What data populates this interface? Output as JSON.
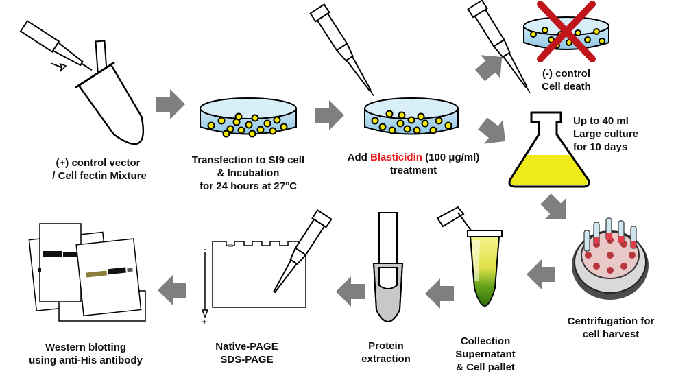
{
  "captions": {
    "vector": [
      "(+) control vector",
      " / Cell fectin Mixture"
    ],
    "transfection": [
      "Transfection to Sf9 cell",
      "& Incubation",
      "for 24 hours at 27°C"
    ],
    "blasticidin": {
      "prefix": "Add ",
      "highlight": "Blasticidin",
      "suffix": " (100 μg/ml)",
      "line2": "treatment"
    },
    "neg_control": [
      "(-) control",
      "Cell death"
    ],
    "large_culture": [
      "Up to 40 ml",
      "Large culture",
      "for 10 days"
    ],
    "centrifugation": [
      "Centrifugation for",
      "cell harvest"
    ],
    "collection": [
      "Collection",
      "Supernatant",
      "& Cell pallet"
    ],
    "protein": [
      "Protein",
      "extraction"
    ],
    "page": [
      "Native-PAGE",
      "SDS-PAGE"
    ],
    "western": [
      "Western blotting",
      "using anti-His antibody"
    ]
  },
  "gel_marks": {
    "minus": "-",
    "plus": "+"
  },
  "colors": {
    "arrow": "#7f7f7f",
    "cell": "#f5e800",
    "media": "#a9d7ec",
    "highlight": "#e8191c",
    "culture": "#f0ec1a",
    "pellet": "#3a7d12"
  }
}
